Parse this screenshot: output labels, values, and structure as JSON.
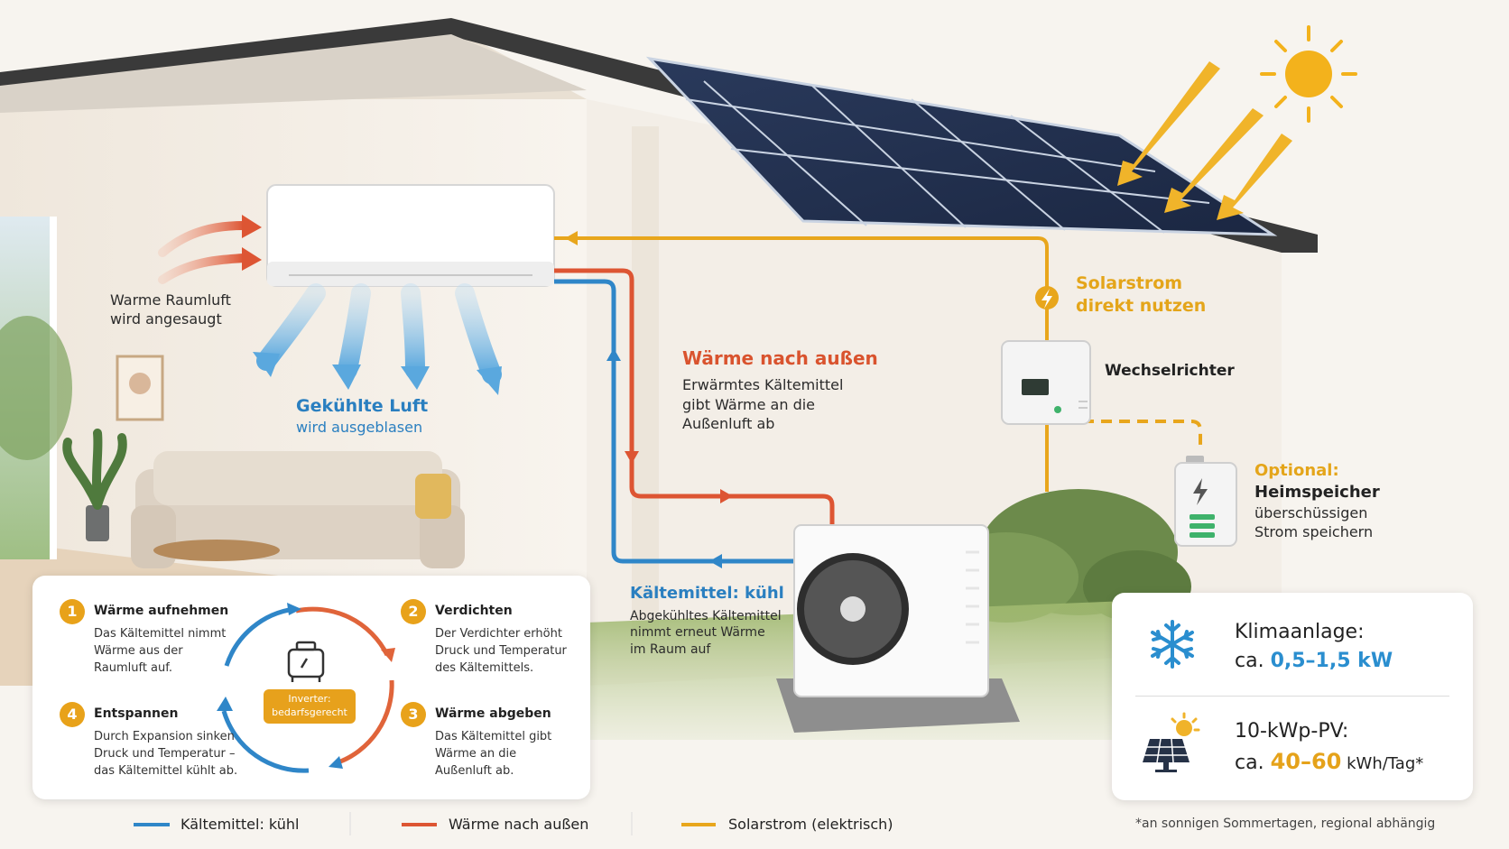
{
  "labels": {
    "warm_line1": "Warme Raumluft",
    "warm_line2": "wird angesaugt",
    "cool_title": "Gekühlte Luft",
    "cool_sub": "wird ausgeblasen",
    "heat_out_title": "Wärme nach außen",
    "heat_out_line1": "Erwärmtes Kältemittel",
    "heat_out_line2": "gibt Wärme an die",
    "heat_out_line3": "Außenluft ab",
    "solar_line1": "Solarstrom",
    "solar_line2": "direkt nutzen",
    "inverter": "Wechselrichter",
    "optional": "Optional:",
    "storage_title": "Heimspeicher",
    "storage_line1": "überschüssigen",
    "storage_line2": "Strom speichern",
    "coolant_title": "Kältemittel: kühl",
    "coolant_line1": "Abgekühltes Kältemittel",
    "coolant_line2": "nimmt erneut Wärme",
    "coolant_line3": "im Raum auf"
  },
  "cycle": {
    "steps": [
      {
        "num": "1",
        "title": "Wärme aufnehmen",
        "lines": [
          "Das Kältemittel nimmt",
          "Wärme aus der",
          "Raumluft auf."
        ]
      },
      {
        "num": "2",
        "title": "Verdichten",
        "lines": [
          "Der Verdichter erhöht",
          "Druck und Temperatur",
          "des Kältemittels."
        ]
      },
      {
        "num": "3",
        "title": "Wärme abgeben",
        "lines": [
          "Das Kältemittel gibt",
          "Wärme an die",
          "Außenluft ab."
        ]
      },
      {
        "num": "4",
        "title": "Entspannen",
        "lines": [
          "Durch Expansion sinken",
          "Druck und Temperatur –",
          "das Kältemittel kühlt ab."
        ]
      }
    ],
    "badge_line1": "Inverter:",
    "badge_line2": "bedarfsgerecht"
  },
  "stats": {
    "ac_label": "Klimaanlage:",
    "ac_prefix": "ca. ",
    "ac_value": "0,5–1,5 kW",
    "pv_label": "10-kWp-PV:",
    "pv_prefix": "ca. ",
    "pv_value": "40–60",
    "pv_unit": " kWh/Tag*"
  },
  "legend": {
    "cool": "Kältemittel: kühl",
    "warm": "Wärme nach außen",
    "solar": "Solarstrom (elektrisch)"
  },
  "footnote": "*an sonnigen Sommertagen, regional abhängig",
  "colors": {
    "cool": "#2f86c8",
    "warm": "#dd5533",
    "solar": "#e8a61c",
    "accent_blue": "#2a8ecf",
    "accent_gold": "#e5a21a"
  },
  "icons": [
    "sun-icon",
    "snowflake-icon",
    "solar-panel-icon",
    "compressor-icon",
    "battery-icon",
    "lightning-icon"
  ]
}
